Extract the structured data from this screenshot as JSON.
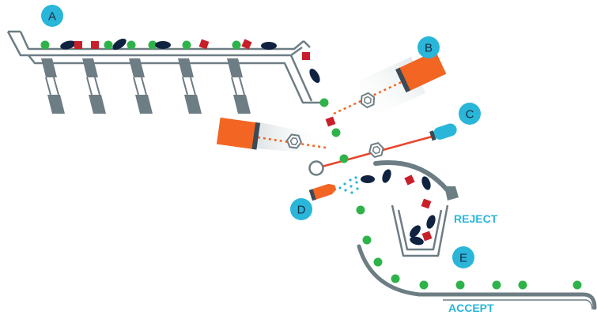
{
  "labels": {
    "a": "A",
    "b": "B",
    "c": "C",
    "d": "D",
    "e": "E",
    "reject": "REJECT",
    "accept": "ACCEPT"
  },
  "colors": {
    "accent_cyan": "#29b6d9",
    "orange": "#f26522",
    "navy": "#0f2341",
    "good_green": "#2eb34a",
    "defect_red": "#c8202b",
    "belt_gray": "#6d7d84",
    "laser_red": "#e8452c",
    "beam_orange": "#f26522"
  }
}
